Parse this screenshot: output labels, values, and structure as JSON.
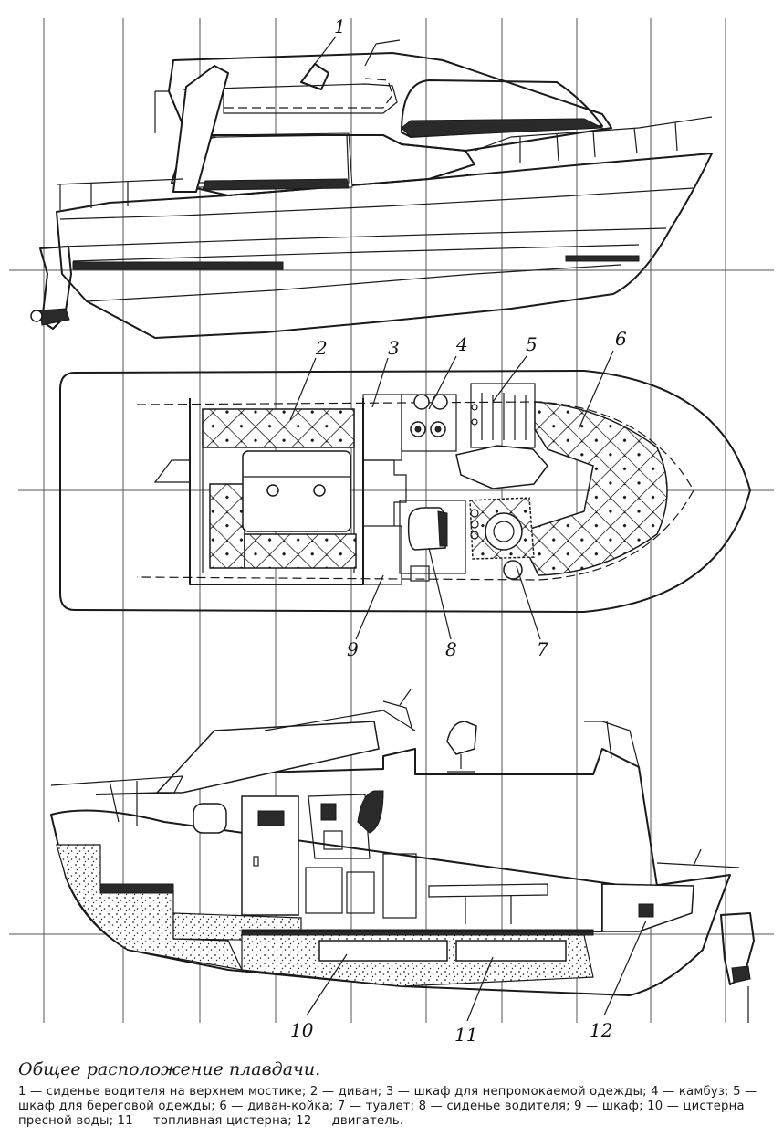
{
  "callouts": {
    "n1": "1",
    "n2": "2",
    "n3": "3",
    "n4": "4",
    "n5": "5",
    "n6": "6",
    "n7": "7",
    "n8": "8",
    "n9": "9",
    "n10": "10",
    "n11": "11",
    "n12": "12"
  },
  "caption": {
    "title": "Общее расположение плавдачи.",
    "text": "1 — сиденье водителя на верхнем мостике; 2 — диван; 3 — шкаф для непромокаемой одежды; 4 — камбуз; 5 — шкаф для береговой одежды; 6 — диван-койка; 7 — туалет; 8 — сиденье водителя; 9 — шкаф; 10 — цистерна пресной воды; 11 — топливная цистерна; 12 — двигатель."
  }
}
